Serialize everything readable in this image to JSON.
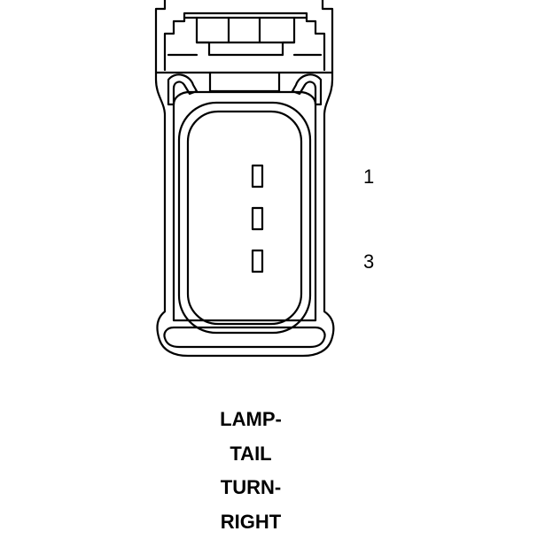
{
  "diagram": {
    "pin_labels": [
      "1",
      "3"
    ],
    "caption_lines": [
      "LAMP-",
      "TAIL",
      "TURN-",
      "RIGHT"
    ],
    "colors": {
      "stroke": "#000000",
      "background": "#ffffff"
    }
  }
}
